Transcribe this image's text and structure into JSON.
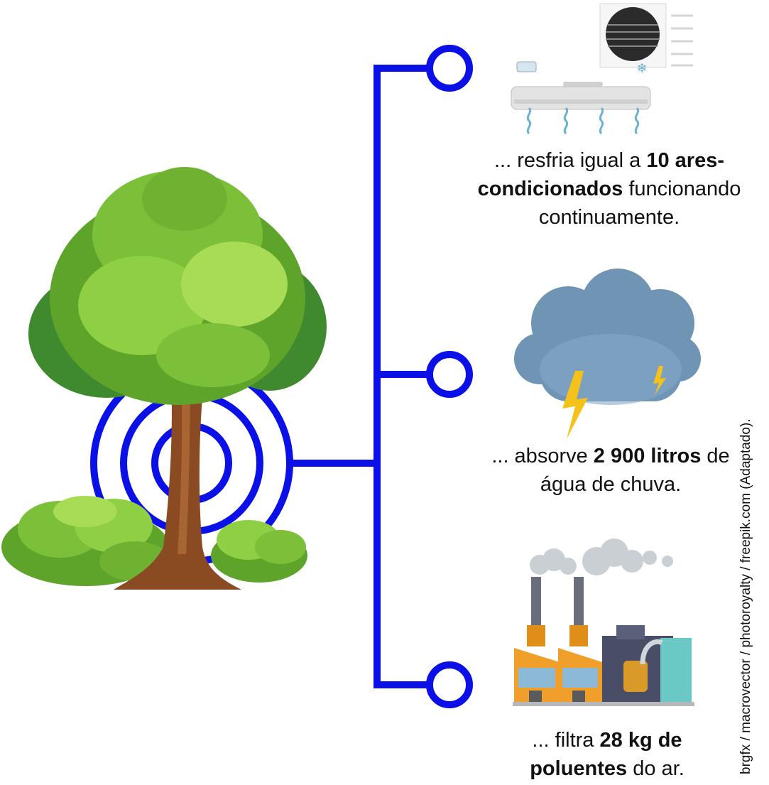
{
  "items": [
    {
      "text_before": "... resfria igual a ",
      "bold": "10 ares-condicionados",
      "text_after": " funcionando continuamente.",
      "icon": "air-conditioner-icon"
    },
    {
      "text_before": "... absorve ",
      "bold": "2 900 litros",
      "text_after": " de água de chuva.",
      "icon": "storm-cloud-icon"
    },
    {
      "text_before": "... filtra ",
      "bold": "28 kg de poluentes",
      "text_after": " do ar.",
      "icon": "factory-icon"
    }
  ],
  "credit": "brgfx / macrovector / photoroyalty / freepik.com (Adaptado).",
  "colors": {
    "connector": "#0a10e6",
    "foliage": "#7cc03a",
    "trunk": "#8a4a22",
    "cloud": "#6f94b4",
    "lightning": "#f5c21b",
    "factory_orange": "#f0a02a",
    "factory_teal": "#6ac9c4"
  }
}
